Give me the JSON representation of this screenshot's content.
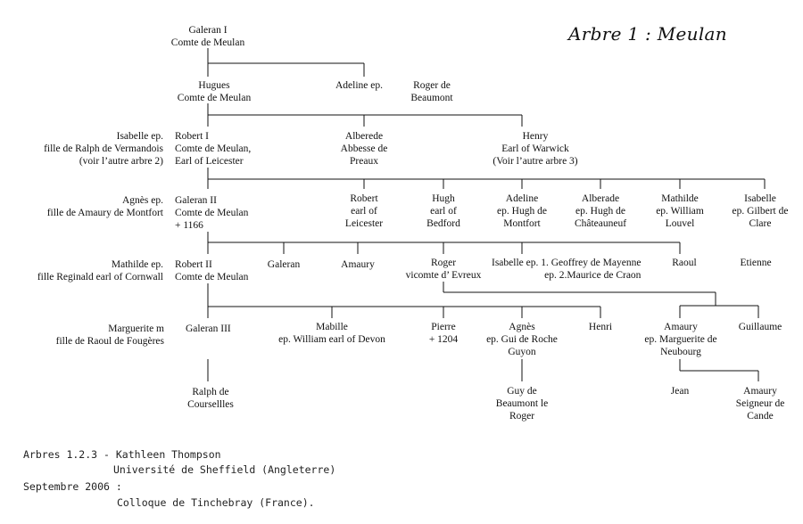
{
  "title": "Arbre 1 : Meulan",
  "people": {
    "galeran1": [
      "Galeran I",
      "Comte de Meulan"
    ],
    "hugues": [
      "Hugues",
      "Comte de Meulan"
    ],
    "adeline_ep": "Adeline    ep.",
    "roger_beaumont": [
      "Roger de",
      "Beaumont"
    ],
    "isabelle_spouse": [
      "Isabelle      ep.",
      "fille de Ralph de Vermandois",
      "(voir l’autre arbre 2)"
    ],
    "robert1": [
      "Robert I",
      "Comte de Meulan,",
      "Earl of Leicester"
    ],
    "alberede": [
      "Alberede",
      "Abbesse de",
      "Preaux"
    ],
    "henry": [
      "Henry",
      "Earl of Warwick",
      "(Voir l’autre arbre 3)"
    ],
    "agnes_spouse": [
      "Agnès    ep.",
      "fille de Amaury de Montfort"
    ],
    "galeran2": [
      "Galeran II",
      "Comte de Meulan",
      "+ 1166"
    ],
    "robert_leicester": [
      "Robert",
      "earl of",
      "Leicester"
    ],
    "hugh_bedford": [
      "Hugh",
      "earl of",
      "Bedford"
    ],
    "adeline2": [
      "Adeline",
      "ep. Hugh de",
      "Montfort"
    ],
    "alberade": [
      "Alberade",
      "ep. Hugh de",
      "Châteauneuf"
    ],
    "mathilde_louvel": [
      "Mathilde",
      "ep. William",
      "Louvel"
    ],
    "isabelle_clare": [
      "Isabelle",
      "ep. Gilbert de",
      "Clare"
    ],
    "mathilde_spouse": [
      "Mathilde   ep.",
      "fille Reginald earl of Cornwall"
    ],
    "robert2": [
      "Robert II",
      "Comte de Meulan"
    ],
    "galeran": "Galeran",
    "amaury": "Amaury",
    "roger_evreux": [
      "Roger",
      "vicomte d’ Evreux"
    ],
    "isabelle_mayenne": [
      "Isabelle ep. 1. Geoffrey de Mayenne",
      "ep. 2.Maurice de Craon"
    ],
    "raoul": "Raoul",
    "etienne": "Etienne",
    "marguerite_spouse": [
      "Marguerite m",
      "fille de  Raoul de Fougères"
    ],
    "galeran3": "Galeran III",
    "mabille": [
      "Mabille",
      "ep. William earl of Devon"
    ],
    "pierre": [
      "Pierre",
      "+ 1204"
    ],
    "agnes_roche": [
      "Agnès",
      "ep. Gui de Roche",
      "Guyon"
    ],
    "henri": "Henri",
    "amaury_neubourg": [
      "Amaury",
      "ep. Marguerite de",
      "Neubourg"
    ],
    "guillaume": "Guillaume",
    "ralph": [
      "Ralph de",
      "Coursellles"
    ],
    "guy": [
      "Guy de",
      "Beaumont le",
      "Roger"
    ],
    "jean": "Jean",
    "amaury_cande": [
      "Amaury",
      "Seigneur de",
      "Cande"
    ]
  },
  "notes": {
    "line1": "Arbres 1.2.3 - Kathleen Thompson",
    "line2": "Université de Sheffield (Angleterre)",
    "line3": "Septembre 2006 :",
    "line4": "Colloque de Tinchebray (France)."
  }
}
